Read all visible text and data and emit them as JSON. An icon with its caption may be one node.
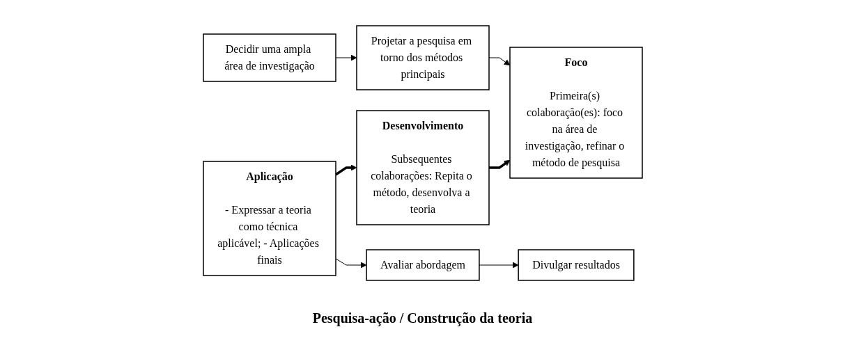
{
  "diagram": {
    "nodes": [
      {
        "text": [
          "Decidir uma ampla área de investigação"
        ]
      },
      {
        "text": [
          "Projetar a pesquisa em torno dos métodos principais"
        ]
      },
      {
        "text": [
          "Foco",
          "Primeira(s) colaboração(es): foco na área de investigação, refinar o método de pesquisa"
        ]
      },
      {
        "text": [
          "Desenvolvimento",
          "Subsequentes colaborações: Repita o método, desenvolva a teoria"
        ]
      },
      {
        "text": [
          "Aplicação",
          "- Expressar a teoria como técnica aplicável; - Aplicações finais"
        ]
      },
      {
        "text": [
          "Avaliar abordagem"
        ]
      },
      {
        "text": [
          "Divulgar resultados"
        ]
      }
    ],
    "edges": [
      {
        "from": 0,
        "to": 1,
        "arrow": "to"
      },
      {
        "from": 1,
        "to": 2,
        "arrow": "to"
      },
      {
        "from": 3,
        "to": 2,
        "arrow": "to",
        "style": "thick"
      },
      {
        "from": 4,
        "to": 3,
        "arrow": "to",
        "style": "thick"
      },
      {
        "from": 4,
        "to": 5,
        "arrow": "to"
      },
      {
        "from": 5,
        "to": 6,
        "arrow": "to"
      }
    ],
    "labels": [
      "Pesquisa-ação / Construção da teoria"
    ]
  }
}
